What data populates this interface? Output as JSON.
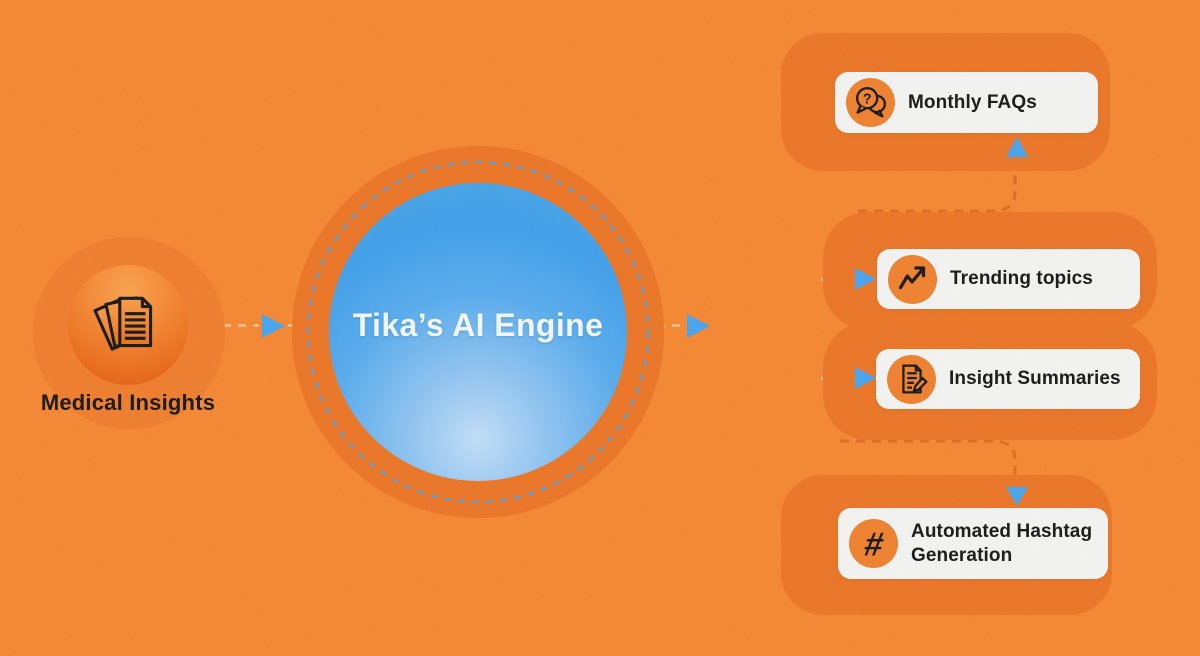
{
  "palette": {
    "background": "#F6862F",
    "panel": "#EC7423",
    "card_bg": "#F4F4F3",
    "icon_circle": "#F0802C",
    "arrow_blue": "#45A4EF",
    "ring_blue": "#4AA2E8",
    "dash_dark": "#DD6A1E",
    "text_dark": "#151515",
    "text_light": "#F4F8FB"
  },
  "source": {
    "label": "Medical Insights",
    "icon": "documents-stack-icon"
  },
  "engine": {
    "label": "Tika’s AI Engine"
  },
  "outputs": [
    {
      "id": "monthly-faqs",
      "label": "Monthly FAQs",
      "icon": "chat-question-icon"
    },
    {
      "id": "trending-topics",
      "label": "Trending topics",
      "icon": "trend-up-icon"
    },
    {
      "id": "insight-summaries",
      "label": "Insight Summaries",
      "icon": "document-pen-icon"
    },
    {
      "id": "automated-hashtag",
      "label": "Automated Hashtag Generation",
      "icon": "hashtag-icon"
    }
  ]
}
